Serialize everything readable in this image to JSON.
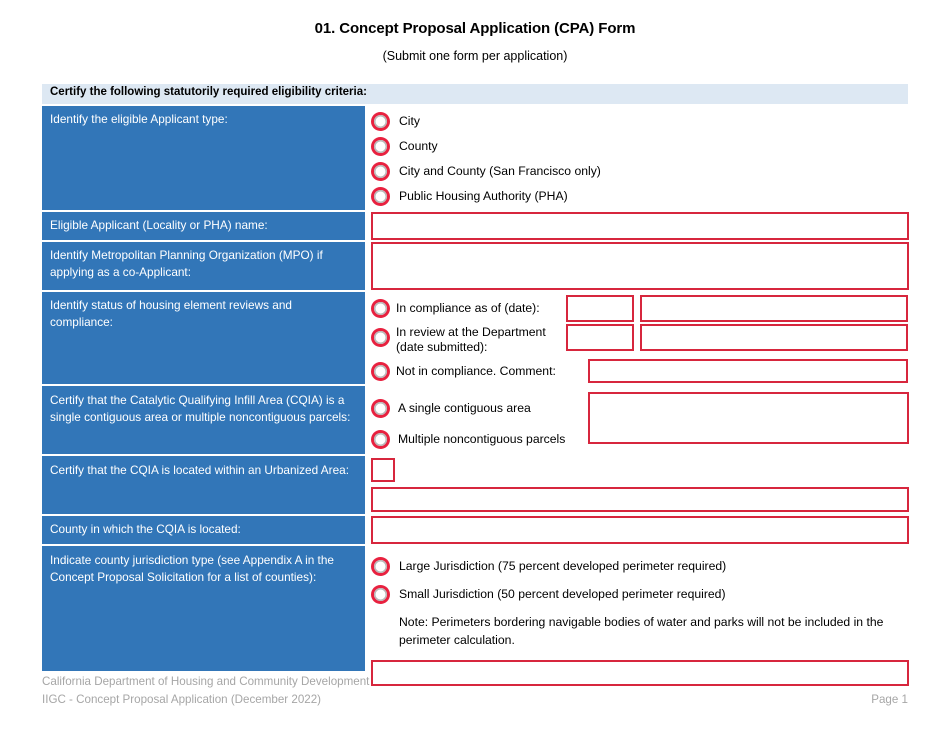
{
  "document": {
    "title": "01. Concept Proposal Application (CPA) Form",
    "subtitle": "(Submit one form per application)",
    "section_band": "Certify the following statutorily required eligibility criteria:"
  },
  "colors": {
    "label_blue": "#3276b8",
    "band_blue": "#dde8f3",
    "field_red": "#d7263d",
    "radio_red": "#e8213f",
    "footer_gray": "#a6a6a6"
  },
  "rows": {
    "applicant_type": {
      "label": "Identify the eligible Applicant type:",
      "options": [
        "City",
        "County",
        "City and County (San Francisco only)",
        "Public Housing Authority (PHA)"
      ]
    },
    "applicant_name": {
      "label": "Eligible Applicant (Locality or PHA) name:",
      "value": "",
      "placeholder": ""
    },
    "mpo": {
      "label": "Identify Metropolitan Planning Organization (MPO) if applying as a co-Applicant:",
      "value": "",
      "placeholder": ""
    },
    "housing_element": {
      "label": "Identify status of housing element reviews and compliance:",
      "options": [
        "In compliance as of (date):",
        "In review at the Department (date submitted):",
        "Not in compliance. Comment:"
      ],
      "values": {
        "in_compliance_date": "",
        "in_compliance_note": "",
        "in_review_date": "",
        "in_review_note": "",
        "not_in_compliance_comment": ""
      }
    },
    "cqia_contiguity": {
      "label": "Certify that the Catalytic Qualifying Infill Area (CQIA) is a single contiguous area or multiple noncontiguous parcels:",
      "options": [
        "A single contiguous area",
        "Multiple noncontiguous parcels"
      ],
      "value": ""
    },
    "urbanized_area": {
      "label": "Certify that the CQIA is located within an Urbanized Area:",
      "checkbox_checked": false,
      "value": ""
    },
    "county": {
      "label": "County in which the CQIA is located:",
      "value": ""
    },
    "jurisdiction_type": {
      "label": "Indicate county jurisdiction type (see Appendix A in the Concept Proposal Solicitation for a list of counties):",
      "options": [
        "Large Jurisdiction (75 percent developed perimeter required)",
        "Small Jurisdiction (50 percent developed perimeter required)"
      ],
      "note": "Note: Perimeters bordering navigable bodies of water and parks will not be included in the perimeter calculation.",
      "value": ""
    }
  },
  "footer": {
    "line1": "California Department of Housing and Community Development",
    "line2": "IIGC - Concept Proposal Application (December 2022)",
    "page": "Page 1"
  }
}
